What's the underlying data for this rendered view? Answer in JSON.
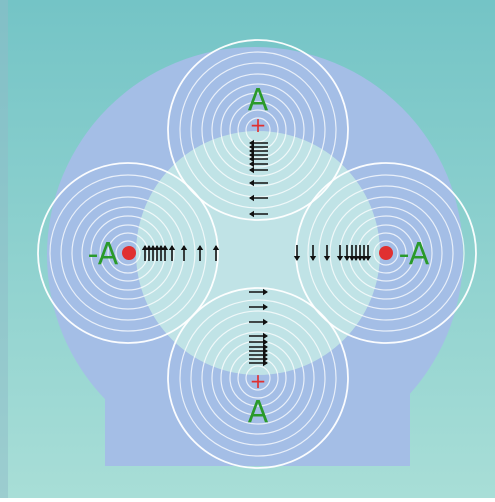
{
  "labels": {
    "top": "A",
    "bottom": "A",
    "left": "-A",
    "right": "-A"
  },
  "charge_signs": {
    "top": "+",
    "bottom": "+"
  },
  "colors": {
    "background_top": "#7cc8c8",
    "background_bottom": "#a4dcd6",
    "housing": "#a5bfe6",
    "inner_field": "#c2e6e4",
    "rings": "#ffffff",
    "label_green": "#2a9a2a",
    "charge_red": "#e03030",
    "arrows": "#111111"
  },
  "icons": [
    "arrow-up-icon",
    "arrow-down-icon",
    "arrow-left-icon",
    "arrow-right-icon",
    "red-dot-icon",
    "plus-sign-icon"
  ]
}
